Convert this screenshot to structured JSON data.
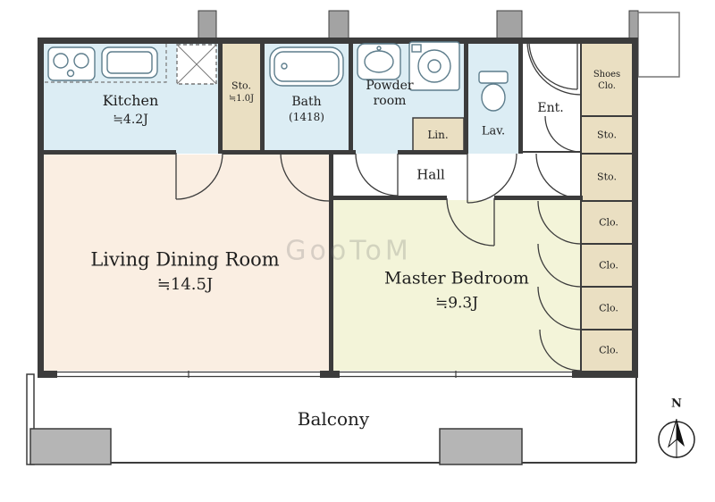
{
  "floorplan": {
    "watermark": "GooToM",
    "compass": {
      "north_label": "N"
    },
    "rooms": {
      "kitchen": {
        "name": "Kitchen",
        "size": "≒4.2J"
      },
      "storage1": {
        "name": "Sto.",
        "size": "≒1.0J"
      },
      "bath": {
        "name": "Bath",
        "size": "(1418)"
      },
      "powder_room": {
        "name_line1": "Powder",
        "name_line2": "room"
      },
      "linen": {
        "name": "Lin."
      },
      "lavatory": {
        "name": "Lav."
      },
      "entrance": {
        "name": "Ent."
      },
      "shoes_closet": {
        "name_line1": "Shoes",
        "name_line2": "Clo."
      },
      "storage2": {
        "name": "Sto."
      },
      "storage3": {
        "name": "Sto."
      },
      "hall": {
        "name": "Hall"
      },
      "living_dining": {
        "name": "Living Dining Room",
        "size": "≒14.5J"
      },
      "master_bedroom": {
        "name": "Master Bedroom",
        "size": "≒9.3J"
      },
      "closet1": {
        "name": "Clo."
      },
      "closet2": {
        "name": "Clo."
      },
      "closet3": {
        "name": "Clo."
      },
      "closet4": {
        "name": "Clo."
      },
      "balcony": {
        "name": "Balcony"
      }
    },
    "colors": {
      "wet": "#dcedf4",
      "storage": "#eadfc2",
      "living": "#faeee2",
      "bedroom": "#f3f4d9",
      "wall": "#3c3c3c",
      "stub": "#a3a3a3",
      "block": "#b5b5b5",
      "fixture": "#5d7d8c"
    }
  }
}
